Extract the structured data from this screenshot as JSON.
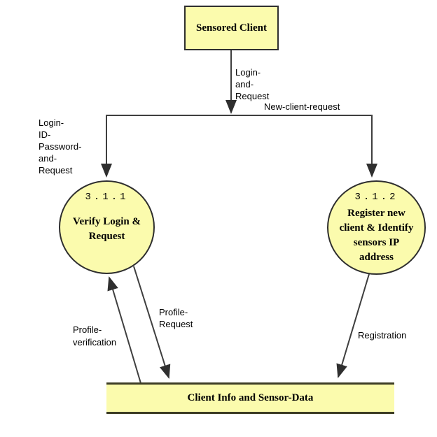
{
  "diagram": {
    "title_hint": "Data flow diagram: client login and registration",
    "external_entity": {
      "label": "Sensored Client"
    },
    "processes": [
      {
        "id": "3.1.1",
        "name": "Verify Login &\nRequest"
      },
      {
        "id": "3.1.2",
        "name": "Register new\nclient & Identify\nsensors IP\naddress"
      }
    ],
    "data_store": {
      "label": "Client Info and Sensor-Data"
    },
    "flows": {
      "login_and_request": "Login-\nand-\nRequest",
      "new_client_request": "New-client-request",
      "login_id_password": "Login-\nID-\nPassword-\nand-\nRequest",
      "profile_request": "Profile-\nRequest",
      "profile_verification": "Profile-\nverification",
      "registration": "Registration"
    },
    "colors": {
      "shape_fill": "#FBFBAD",
      "shape_border": "#2F2F2F",
      "data_store_border": "#3D3D25",
      "line": "#3F3F3F",
      "background": "#FFFFFF",
      "text": "#000000"
    }
  }
}
